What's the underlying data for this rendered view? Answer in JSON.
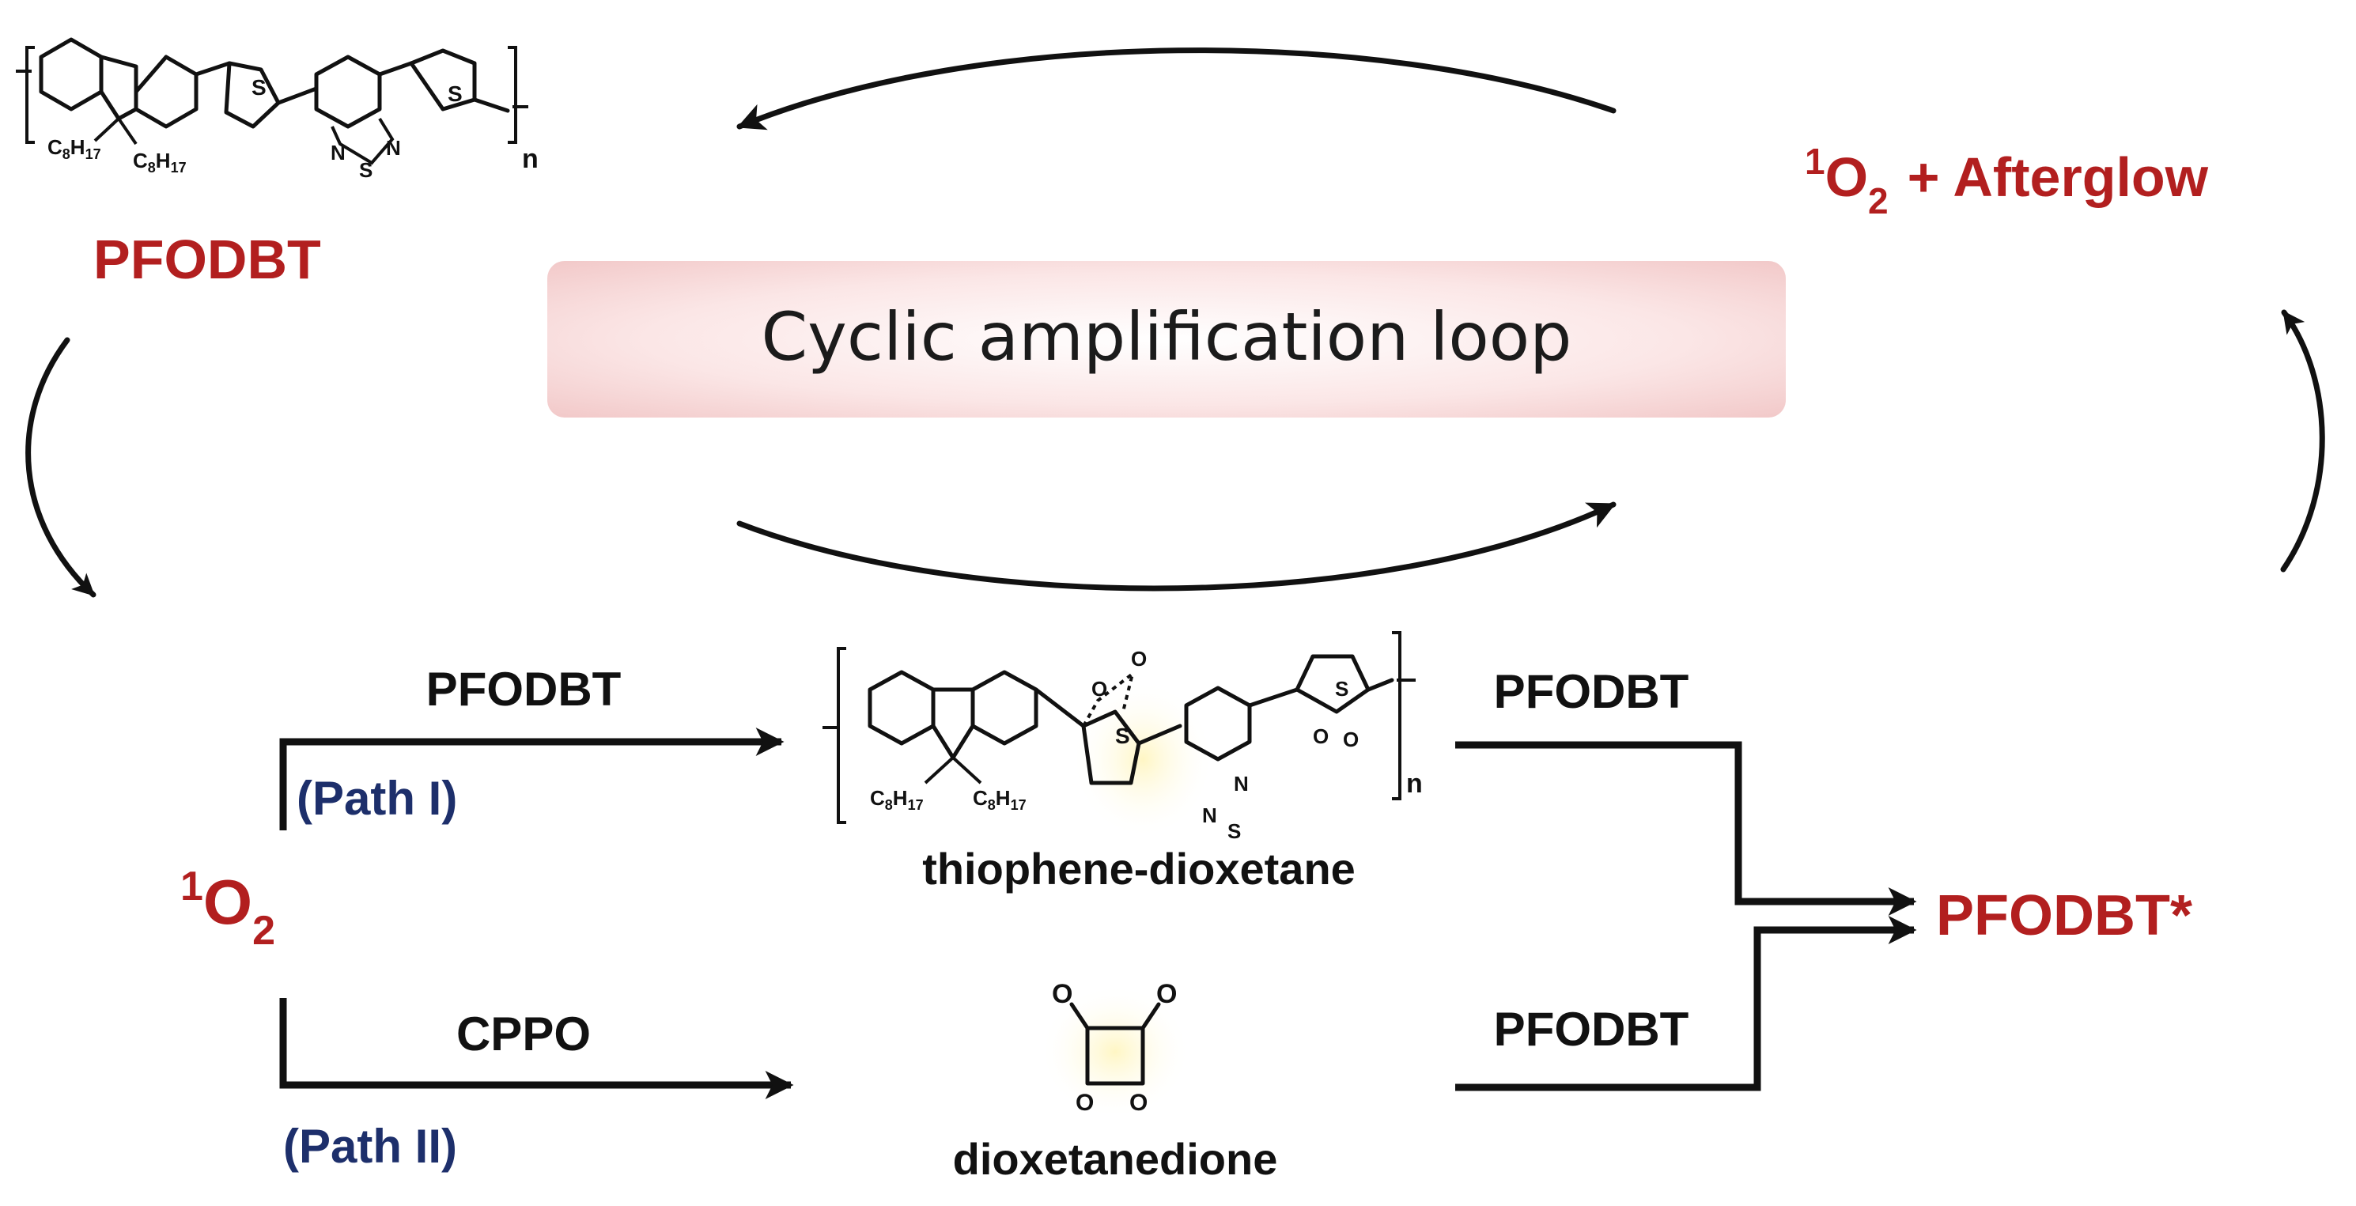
{
  "title": {
    "polymer": "PFODBT",
    "product_singlet": "1",
    "product_o": "O",
    "product_sub": "2",
    "product_plus_afterglow": "+  Afterglow"
  },
  "loop": {
    "label": "Cyclic amplification loop"
  },
  "left": {
    "sup": "1",
    "o": "O",
    "sub": "2"
  },
  "path1": {
    "reagent": "PFODBT",
    "name": "(Path I)",
    "product": "thiophene-dioxetane",
    "next_reagent": "PFODBT"
  },
  "path2": {
    "reagent": "CPPO",
    "name": "(Path II)",
    "product": "dioxetanedione",
    "next_reagent": "PFODBT"
  },
  "result": {
    "label": "PFODBT*"
  },
  "structures": {
    "sulfur": "S",
    "nitrogen": "N",
    "oxygen": "O",
    "alkyl": "C8H17",
    "repeat": "n"
  },
  "colors": {
    "accent_red": "#b21f1f",
    "path_navy": "#1d2f6b",
    "loop_box": "#f6d7d7",
    "arrows": "#111111"
  }
}
